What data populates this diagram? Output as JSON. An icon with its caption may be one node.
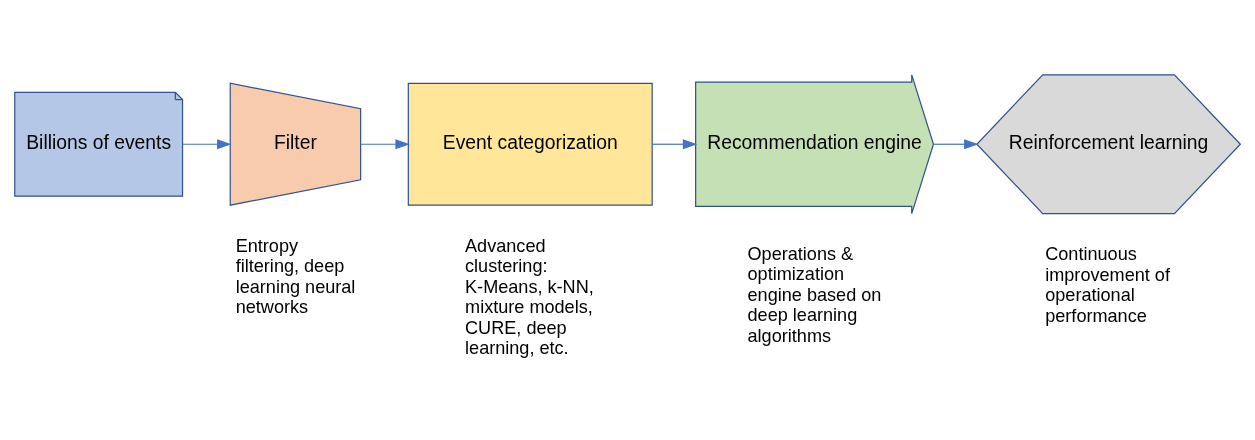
{
  "diagram": {
    "nodes": [
      {
        "text": [
          "Billions of events"
        ]
      },
      {
        "text": [
          "Filter"
        ],
        "beside": [
          "Entropy filtering, deep learning neural networks"
        ]
      },
      {
        "text": [
          "Event categorization"
        ],
        "beside": [
          "Advanced clustering: K-Means, k-NN, mixture models, CURE, deep learning, etc."
        ]
      },
      {
        "text": [
          "Recommendation engine"
        ],
        "beside": [
          "Operations & optimization engine based on deep learning algorithms"
        ]
      },
      {
        "text": [
          "Reinforcement learning"
        ],
        "beside": [
          "Continuous improvement of operational performance"
        ]
      }
    ],
    "edges": [
      {
        "from": 0,
        "to": 1,
        "arrow": "to"
      },
      {
        "from": 1,
        "to": 2,
        "arrow": "to"
      },
      {
        "from": 2,
        "to": 3,
        "arrow": "to"
      },
      {
        "from": 3,
        "to": 4,
        "arrow": "to"
      }
    ]
  }
}
